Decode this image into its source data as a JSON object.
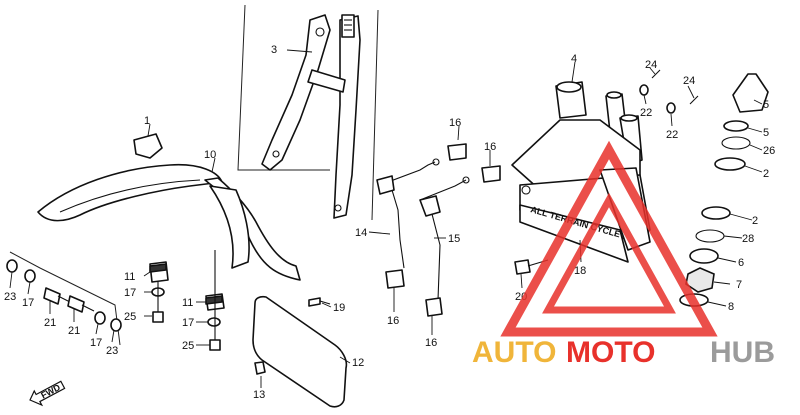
{
  "callouts": {
    "c1": "1",
    "c2a": "2",
    "c2b": "2",
    "c3": "3",
    "c4": "4",
    "c5": "5",
    "c6": "6",
    "c7": "7",
    "c8": "8",
    "c10": "10",
    "c11a": "11",
    "c11b": "11",
    "c12": "12",
    "c13": "13",
    "c14": "14",
    "c15": "15",
    "c16a": "16",
    "c16b": "16",
    "c16c": "16",
    "c16d": "16",
    "c17a": "17",
    "c17b": "17",
    "c17c": "17",
    "c17d": "17",
    "c18": "18",
    "c19": "19",
    "c20": "20",
    "c21a": "21",
    "c21b": "21",
    "c22a": "22",
    "c22b": "22",
    "c23a": "23",
    "c23b": "23",
    "c24a": "24",
    "c24b": "24",
    "c25a": "25",
    "c25b": "25",
    "c26": "26",
    "c28": "28"
  },
  "fork_label": "ALL TERRAIN CYCLE",
  "fwd_label": "FWD",
  "watermark": {
    "part1": "AUTO",
    "part2": "MOTO",
    "part3": "HUB",
    "colors": {
      "gold": "#f0b53a",
      "red": "#e8312b",
      "gray": "#9b9b9b"
    }
  }
}
